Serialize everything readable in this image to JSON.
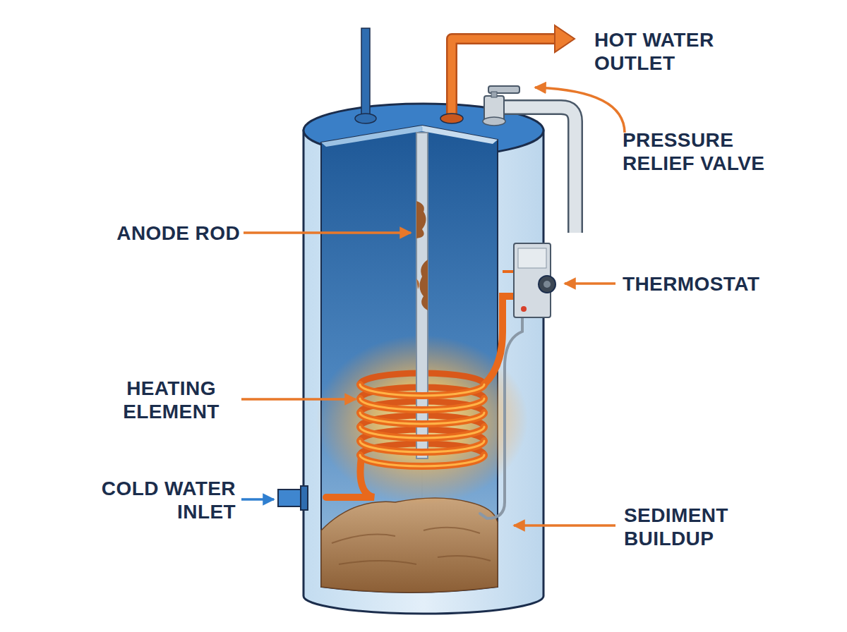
{
  "diagram": {
    "labels": [
      "HOT WATER OUTLET",
      "PRESSURE RELIEF VALVE",
      "ANODE ROD",
      "THERMOSTAT",
      "HEATING ELEMENT",
      "COLD WATER INLET",
      "SEDIMENT BUILDUP"
    ]
  }
}
